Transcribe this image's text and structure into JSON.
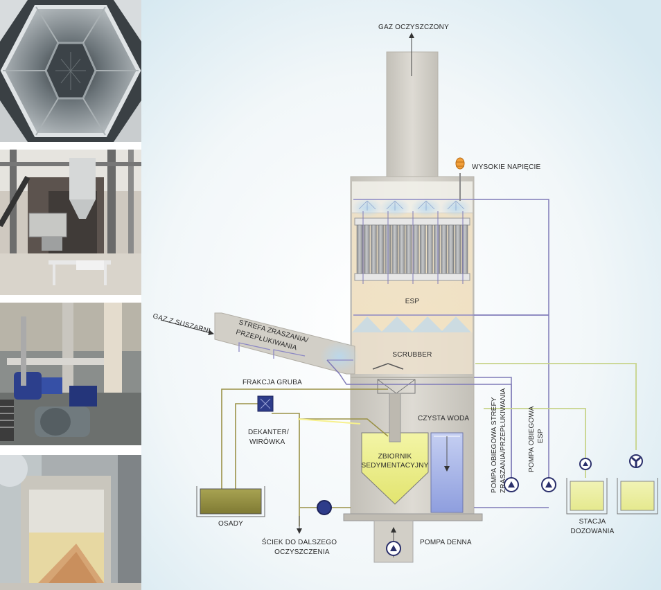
{
  "labels": {
    "clean_gas": "GAZ OCZYSZCZONY",
    "high_voltage": "WYSOKIE NAPIĘCIE",
    "gas_from_dryer": "GAZ Z SUSZARNI",
    "quench_zone_line1": "STREFA ZRASZANIA/",
    "quench_zone_line2": "PRZEPŁUKIWANIA",
    "esp": "ESP",
    "scrubber": "SCRUBBER",
    "coarse_fraction": "FRAKCJA GRUBA",
    "decanter_line1": "DEKANTER/",
    "decanter_line2": "WIRÓWKA",
    "clean_water": "CZYSTA WODA",
    "sed_tank_line1": "ZBIORNIK",
    "sed_tank_line2": "SEDYMENTACYJNY",
    "pump_quench_line1": "POMPA OBIEGOWA STREFY",
    "pump_quench_line2": "ZRASZANIA/PRZEPŁUKIWANIA",
    "pump_esp_line1": "POMPA OBIEGOWA",
    "pump_esp_line2": "ESP",
    "sludge": "OSADY",
    "wastewater_line1": "ŚCIEK DO DALSZEGO",
    "wastewater_line2": "OCZYSZCZENIA",
    "bottom_pump": "POMPA DENNA",
    "dosing_line1": "STACJA",
    "dosing_line2": "DOZOWANIA"
  },
  "photos": [
    {
      "name": "hexagonal-esp-tubes-photo"
    },
    {
      "name": "decanter-installation-photo"
    },
    {
      "name": "pump-station-photo"
    },
    {
      "name": "sludge-container-photo"
    }
  ],
  "colors": {
    "tower": "#cfccc4",
    "water_line": "#7f7ab8",
    "sludge_line": "#9a9146",
    "dosing_line": "#c7d48a",
    "tank": "#eef08a",
    "clean_water": "#a9b6e6",
    "sludge": "#8f8a3e"
  }
}
